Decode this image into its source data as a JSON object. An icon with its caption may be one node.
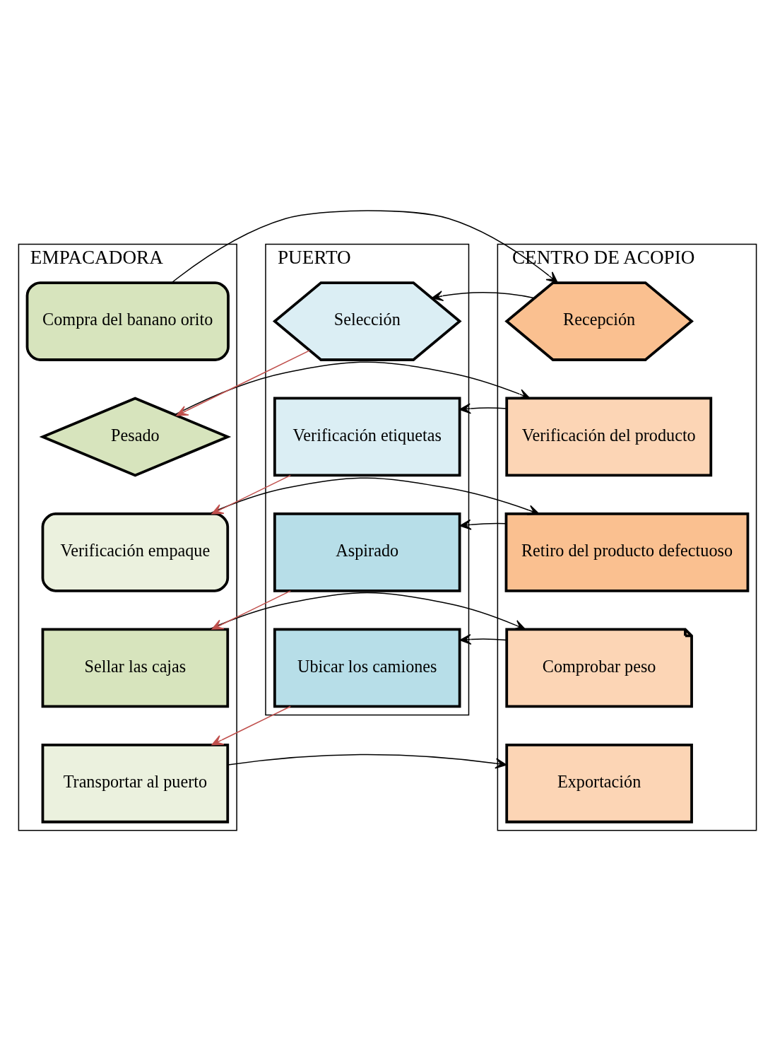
{
  "diagram": {
    "nodes": [
      {
        "text": [
          "EMPACADORA"
        ]
      },
      {
        "text": [
          "CENTRO DE ACOPIO"
        ]
      },
      {
        "text": [
          "PUERTO"
        ]
      },
      {
        "text": [
          "Compra del banano orito"
        ],
        "in": 0
      },
      {
        "text": [
          "Recepción"
        ],
        "in": 1
      },
      {
        "text": [
          "Selección"
        ],
        "in": 2
      },
      {
        "text": [
          "Pesado"
        ],
        "in": 0
      },
      {
        "text": [
          "Verificación del producto"
        ],
        "in": 1
      },
      {
        "text": [
          "Verificación etiquetas"
        ],
        "in": 2
      },
      {
        "text": [
          "Verificación empaque"
        ],
        "in": 0
      },
      {
        "text": [
          "Retiro del producto defectuoso"
        ],
        "in": 1
      },
      {
        "text": [
          "Aspirado"
        ],
        "in": 2
      },
      {
        "text": [
          "Sellar las cajas"
        ],
        "in": 0
      },
      {
        "text": [
          "Comprobar peso"
        ],
        "in": 1
      },
      {
        "text": [
          "Ubicar los camiones"
        ],
        "in": 2
      },
      {
        "text": [
          "Transportar al puerto"
        ],
        "in": 0
      },
      {
        "text": [
          "Exportación"
        ],
        "in": 1
      }
    ],
    "edges": [
      {
        "from": 3,
        "to": 4,
        "arrow": "to"
      },
      {
        "from": 4,
        "to": 5,
        "arrow": "to"
      },
      {
        "from": 5,
        "to": 6,
        "arrow": "to",
        "color": "#c0504d"
      },
      {
        "from": 6,
        "to": 7,
        "arrow": "to"
      },
      {
        "from": 7,
        "to": 8,
        "arrow": "to"
      },
      {
        "from": 8,
        "to": 9,
        "arrow": "to",
        "color": "#c0504d"
      },
      {
        "from": 9,
        "to": 10,
        "arrow": "to"
      },
      {
        "from": 10,
        "to": 11,
        "arrow": "to"
      },
      {
        "from": 11,
        "to": 12,
        "arrow": "to",
        "color": "#c0504d"
      },
      {
        "from": 12,
        "to": 13,
        "arrow": "to"
      },
      {
        "from": 13,
        "to": 14,
        "arrow": "to"
      },
      {
        "from": 14,
        "to": 15,
        "arrow": "to",
        "color": "#c0504d"
      },
      {
        "from": 15,
        "to": 16,
        "arrow": "to"
      }
    ]
  }
}
